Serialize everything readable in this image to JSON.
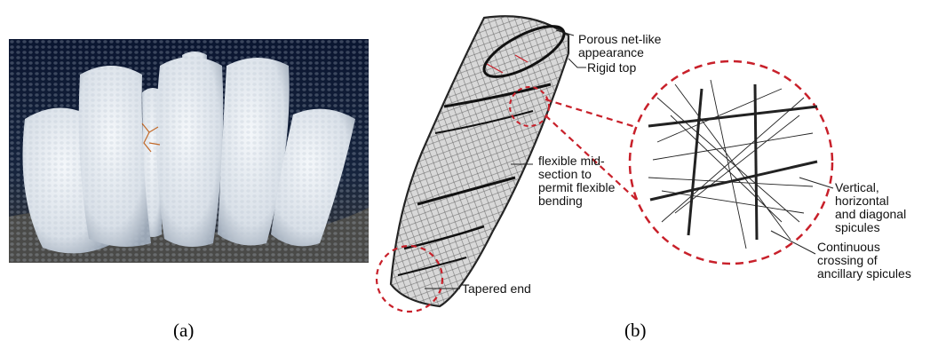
{
  "panel_a": {
    "caption": "(a)"
  },
  "panel_b": {
    "caption": "(b)",
    "annotations": {
      "porous": "Porous net-like\nappearance",
      "rigid_top": "Rigid top",
      "flexible": "flexible mid-\nsection to\npermit flexible\nbending",
      "tapered": "Tapered end",
      "spicules": "Vertical,\nhorizontal\nand diagonal\nspicules",
      "crossing": "Continuous\ncrossing of\nancillary spicules"
    }
  },
  "colors": {
    "photo_background": "#0d1a33",
    "sponge": "#e8edf2",
    "highlight_circle": "#c8202a",
    "sketch_ink": "#222222"
  }
}
